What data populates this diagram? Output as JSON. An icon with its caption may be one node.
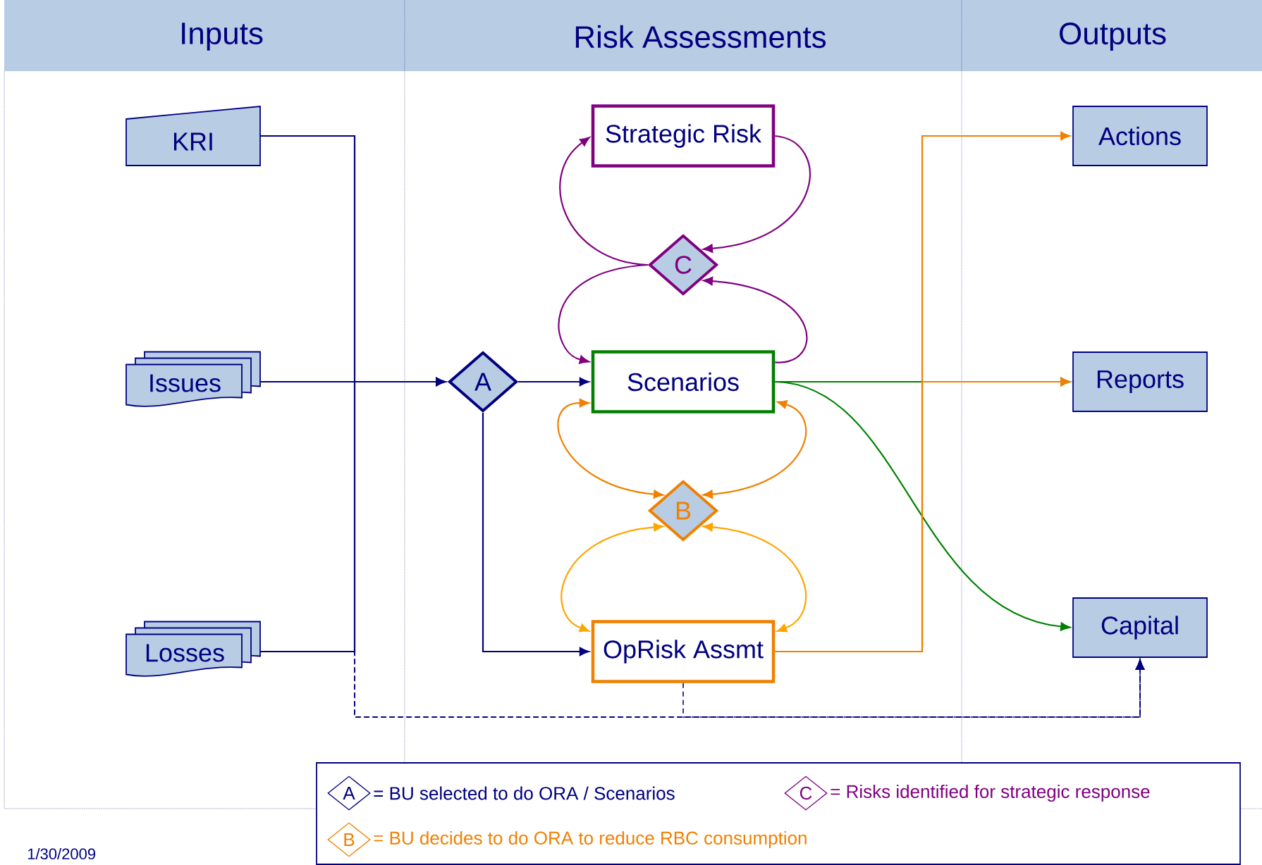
{
  "diagram": {
    "nodes": [
      {
        "text": [
          "KRI"
        ]
      },
      {
        "text": [
          "Issues"
        ]
      },
      {
        "text": [
          "Losses"
        ]
      },
      {
        "text": [
          "A"
        ]
      },
      {
        "text": [
          "Strategic Risk"
        ]
      },
      {
        "text": [
          "C"
        ]
      },
      {
        "text": [
          "Scenarios"
        ]
      },
      {
        "text": [
          "B"
        ]
      },
      {
        "text": [
          "OpRisk Assmt"
        ]
      },
      {
        "text": [
          "Actions"
        ]
      },
      {
        "text": [
          "Reports"
        ]
      },
      {
        "text": [
          "Capital"
        ]
      }
    ],
    "edges": [
      {
        "from": 0,
        "to": 3,
        "arrow": "to"
      },
      {
        "from": 1,
        "to": 3,
        "arrow": "to"
      },
      {
        "from": 2,
        "to": 3,
        "arrow": "to"
      },
      {
        "from": 0,
        "to": 11,
        "arrow": "to",
        "style": "dashed"
      },
      {
        "from": 1,
        "to": 11,
        "arrow": "to",
        "style": "dashed"
      },
      {
        "from": 2,
        "to": 11,
        "arrow": "to",
        "style": "dashed"
      },
      {
        "from": 8,
        "to": 11,
        "arrow": "to",
        "style": "dashed"
      },
      {
        "from": 3,
        "to": 6,
        "arrow": "to"
      },
      {
        "from": 3,
        "to": 8,
        "arrow": "to"
      },
      {
        "from": 5,
        "to": 4,
        "arrow": "to",
        "color": "#800080"
      },
      {
        "from": 4,
        "to": 5,
        "arrow": "to",
        "color": "#800080"
      },
      {
        "from": 5,
        "to": 6,
        "arrow": "to",
        "color": "#800080"
      },
      {
        "from": 6,
        "to": 5,
        "arrow": "to",
        "color": "#800080"
      },
      {
        "from": 6,
        "to": 7,
        "arrow": "both",
        "color": "#f08000"
      },
      {
        "from": 6,
        "to": 7,
        "arrow": "both",
        "color": "#f08000"
      },
      {
        "from": 7,
        "to": 8,
        "arrow": "both",
        "color": "#ffa500"
      },
      {
        "from": 7,
        "to": 8,
        "arrow": "both",
        "color": "#ffa500"
      },
      {
        "from": 6,
        "to": 10,
        "arrow": "to",
        "color": "#008000"
      },
      {
        "from": 6,
        "to": 11,
        "arrow": "to",
        "color": "#008000"
      },
      {
        "from": 8,
        "to": 9,
        "arrow": "to",
        "color": "#f08000"
      },
      {
        "from": 8,
        "to": 10,
        "arrow": "to",
        "color": "#f08000"
      }
    ],
    "labels": [
      "Inputs",
      "Risk Assessments",
      "Outputs",
      "A",
      "C",
      "B",
      "1/30/2009"
    ],
    "legend": [
      {
        "text": "= BU selected to do ORA / Scenarios"
      },
      {
        "text": "= Risks identified for strategic response"
      },
      {
        "text": "= BU decides to do ORA to reduce RBC consumption"
      }
    ]
  }
}
